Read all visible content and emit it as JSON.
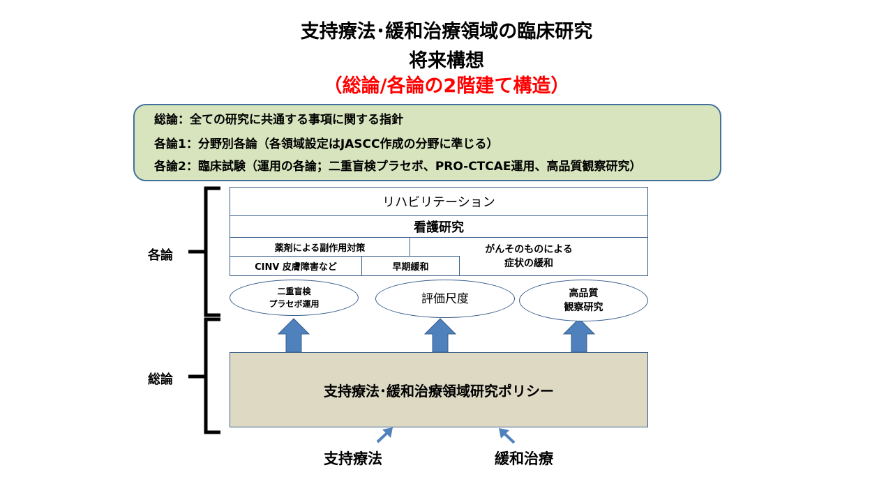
{
  "title": {
    "line1": "支持療法･緩和治療領域の臨床研究",
    "line2": "将来構想",
    "line3": "（総論/各論の2階建て構造）"
  },
  "summary": {
    "general": "総論：全ての研究に共通する事項に関する指針",
    "specific1": "各論1：分野別各論（各領域設定はJASCC作成の分野に準じる）",
    "specific2": "各論2：臨床試験（運用の各論；二重盲検プラセボ、PRO-CTCAE運用、高品質観察研究）"
  },
  "labels": {
    "kakuron": "各論",
    "soron": "総論"
  },
  "fields": {
    "rehab": "リハビリテーション",
    "nursing": "看護研究",
    "drug_side_effects": "薬剤による副作用対策",
    "cancer_symptoms_line1": "がんそのものによる",
    "cancer_symptoms_line2": "症状の緩和",
    "cinv": "CINV 皮膚障害など",
    "early_palliative": "早期緩和"
  },
  "trials": {
    "double_blind_line1": "二重盲検",
    "double_blind_line2": "プラセボ運用",
    "assessment_scale": "評価尺度",
    "high_quality_line1": "高品質",
    "high_quality_line2": "観察研究"
  },
  "policy": "支持療法･緩和治療領域研究ポリシー",
  "inputs": {
    "supportive_care": "支持療法",
    "palliative_care": "緩和治療"
  },
  "colors": {
    "title_accent": "#ff0000",
    "summary_fill": "#d7e4bd",
    "outline": "#385d8a",
    "policy_fill": "#ddd9c3",
    "arrow_fill": "#4f81bd"
  }
}
